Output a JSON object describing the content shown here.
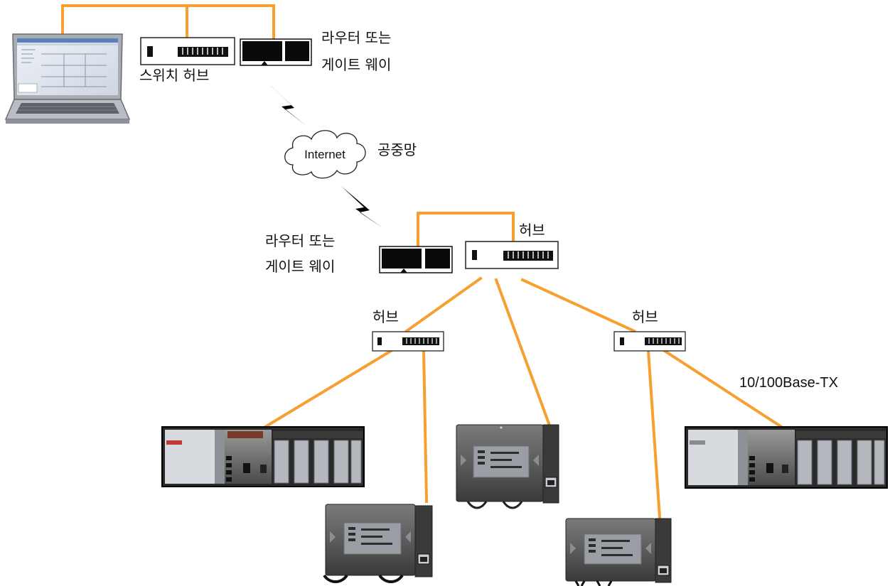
{
  "labels": {
    "switch_hub": "스위치 허브",
    "router_top_line1": "라우터 또는",
    "router_top_line2": "게이트 웨이",
    "public_network": "공중망",
    "internet": "Internet",
    "router_mid_line1": "라우터 또는",
    "router_mid_line2": "게이트 웨이",
    "hub_center": "허브",
    "hub_left": "허브",
    "hub_right": "허브",
    "cable_type": "10/100Base-TX"
  },
  "colors": {
    "cable": "#f7a030",
    "device_dark": "#111111",
    "plc_body": "#5a5a5a",
    "rack_body": "#3c3c3c",
    "lightning": "#000000"
  },
  "icons": {
    "laptop": "laptop-icon",
    "switch": "switch-hub-icon",
    "router": "router-icon",
    "cloud": "internet-cloud-icon",
    "lightning": "wireless-link-icon",
    "plc_rack": "plc-rack-icon",
    "plc_compact": "plc-compact-icon"
  }
}
